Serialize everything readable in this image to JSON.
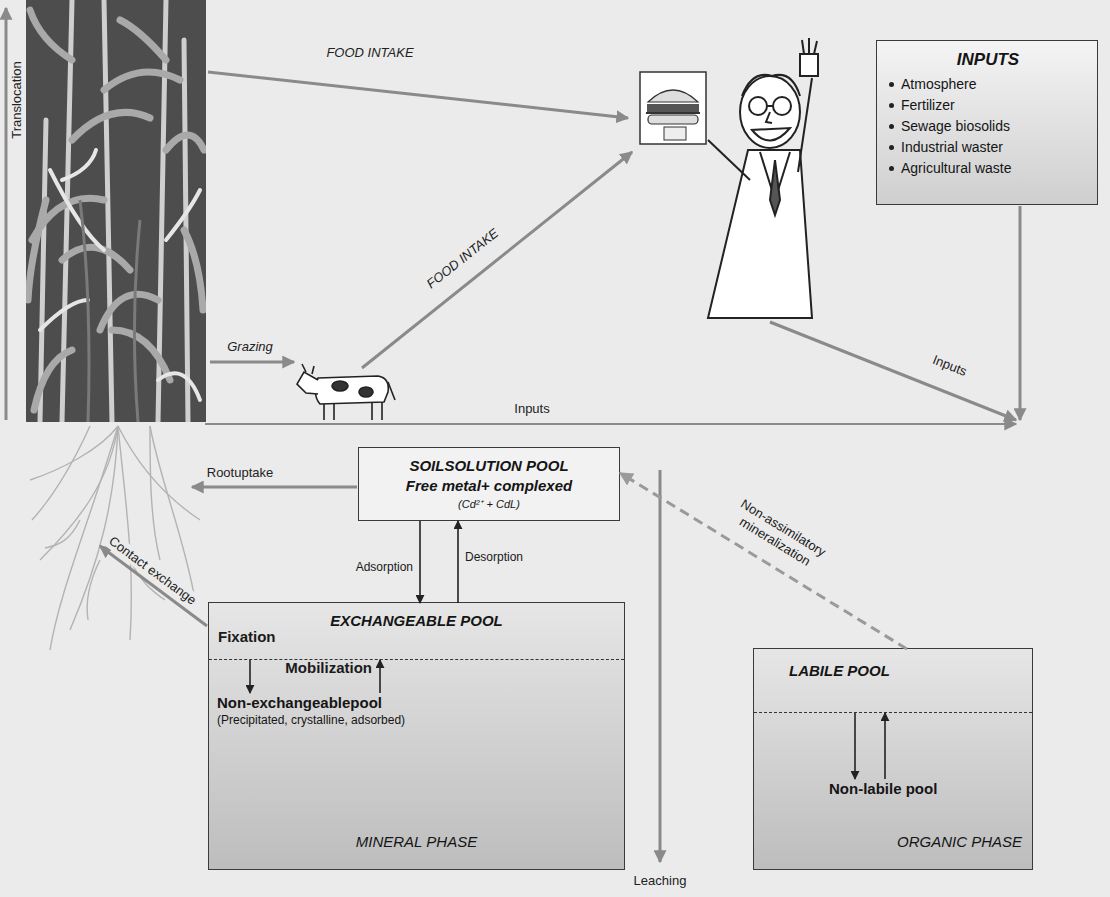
{
  "diagram": {
    "nodes": [
      {
        "text": [
          "INPUTS",
          "Atmosphere",
          "Fertilizer",
          "Sewage biosolids",
          "Industrial waster",
          "Agricultural waste"
        ]
      },
      {
        "text": [
          "SOILSOLUTION POOL",
          "Free metal+ complexed",
          "(Cd²⁺ + CdL)"
        ]
      },
      {
        "text": [
          "MINERAL PHASE"
        ]
      },
      {
        "text": [
          "EXCHANGEABLE POOL"
        ],
        "in": 2
      },
      {
        "text": [
          "Non-exchangeablepool",
          "(Precipitated, crystalline, adsorbed)"
        ],
        "in": 2
      },
      {
        "text": [
          "ORGANIC PHASE"
        ]
      },
      {
        "text": [
          "LABILE POOL"
        ],
        "in": 5
      },
      {
        "text": [
          "Non-labile pool"
        ],
        "in": 5
      }
    ],
    "edges": [
      {
        "from": 1,
        "to": 3,
        "label": "Adsorption",
        "arrow": "to"
      },
      {
        "from": 3,
        "to": 1,
        "label": "Desorption",
        "arrow": "to"
      },
      {
        "from": 3,
        "to": 4,
        "label": "Fixation",
        "arrow": "to"
      },
      {
        "from": 4,
        "to": 3,
        "label": "Mobilization",
        "arrow": "to"
      },
      {
        "from": 6,
        "to": 7,
        "arrow": "to"
      },
      {
        "from": 7,
        "to": 6,
        "arrow": "to"
      },
      {
        "from": 6,
        "to": 1,
        "label": "Non-assimilatory mineralization",
        "arrow": "to"
      }
    ],
    "labels": [
      "Translocation",
      "FOOD INTAKE",
      "Grazing",
      "FOOD INTAKE",
      "Inputs",
      "Inputs",
      "Rootuptake",
      "Contact exchange",
      "Leaching"
    ]
  }
}
